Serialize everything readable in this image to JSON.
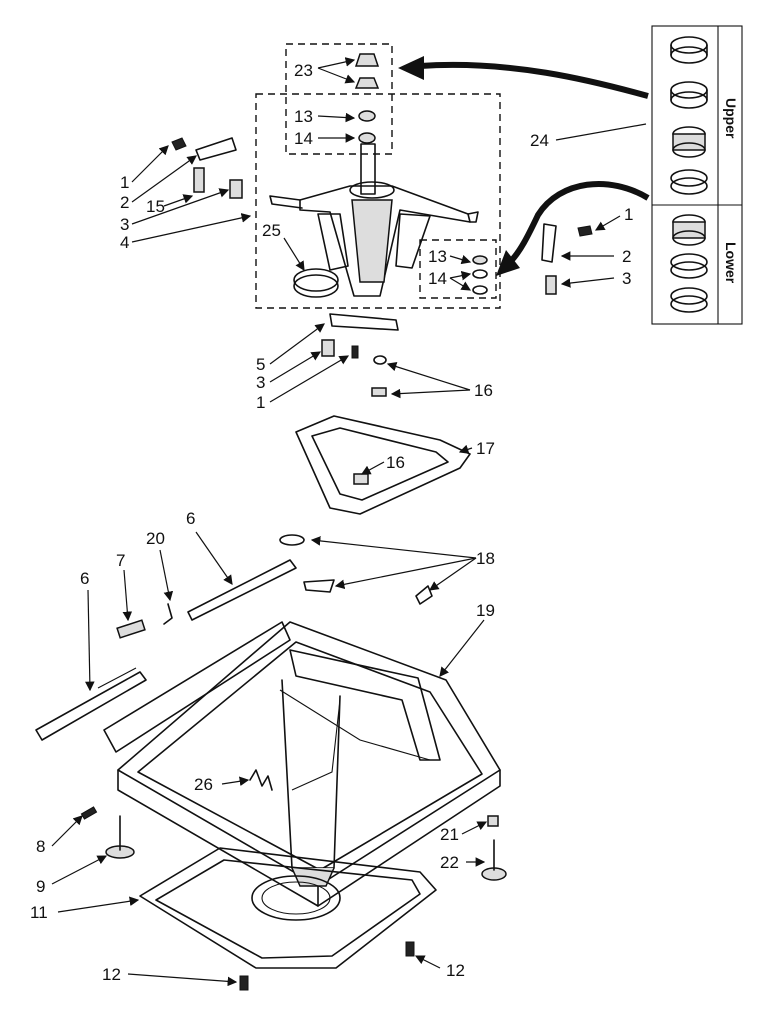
{
  "callouts": {
    "c1a": "1",
    "c2a": "2",
    "c3a": "3",
    "c4": "4",
    "c15": "15",
    "c23": "23",
    "c13a": "13",
    "c14a": "14",
    "c25": "25",
    "c24": "24",
    "c1b": "1",
    "c2b": "2",
    "c3b": "3",
    "c13b": "13",
    "c14b": "14",
    "c5": "5",
    "c3c": "3",
    "c1c": "1",
    "c16a": "16",
    "c16b": "16",
    "c17": "17",
    "c6a": "6",
    "c6b": "6",
    "c7": "7",
    "c20": "20",
    "c18": "18",
    "c19": "19",
    "c26": "26",
    "c8": "8",
    "c9": "9",
    "c11": "11",
    "c21": "21",
    "c22": "22",
    "c12a": "12",
    "c12b": "12"
  },
  "bearing_kit": {
    "upper_label": "Upper",
    "lower_label": "Lower"
  }
}
